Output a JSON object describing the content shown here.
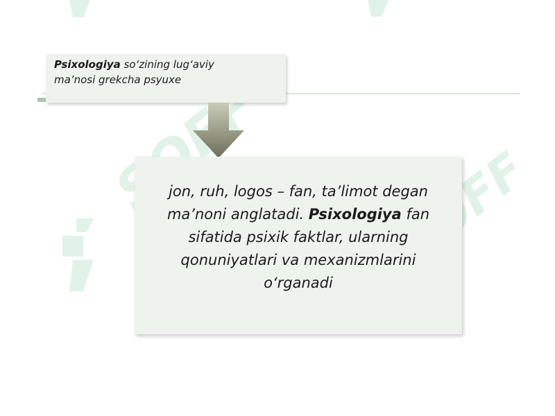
{
  "watermark": {
    "brand": "SOFF"
  },
  "top_box": {
    "bold_term": "Psixologiya",
    "text_rest_line1": " so‘zining lug‘aviy",
    "text_line2": "ma’nosi grekcha psyuxe"
  },
  "main_box": {
    "line1": "jon, ruh, logos – fan, ta’limot degan",
    "line2_start": "ma’noni anglatadi. ",
    "line2_bold": "Psixologiya",
    "line2_end": " fan",
    "line3": "sifatida psixik faktlar,  ularning",
    "line4": "qonuniyatlari va mexanizmlarini",
    "line5": "o‘rganadi"
  },
  "colors": {
    "box_fill": "#eef3ee",
    "arrow_top": "#c9cdb8",
    "arrow_bottom": "#6e6e5a",
    "watermark": "#78c896"
  }
}
